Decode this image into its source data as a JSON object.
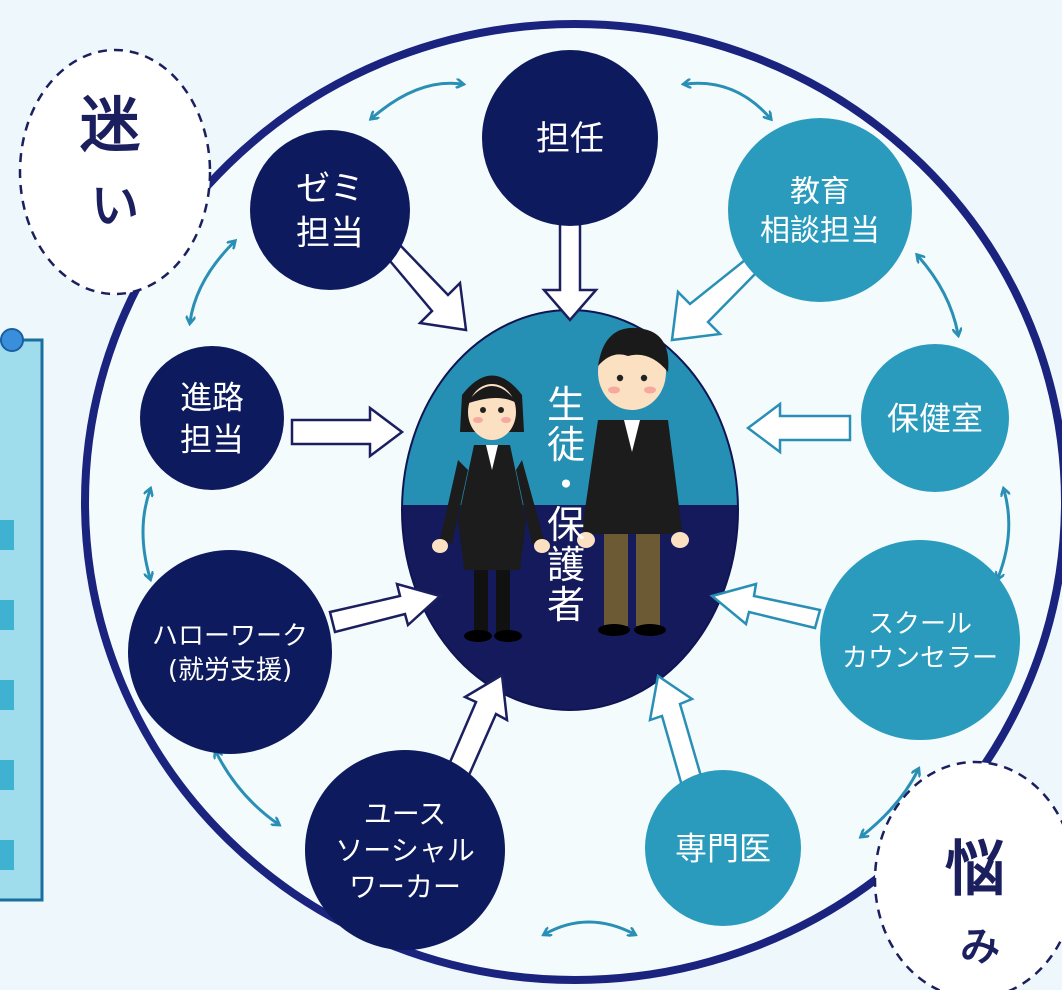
{
  "badges": {
    "top_left": "迷い",
    "bottom_right": "悩み"
  },
  "center": {
    "label": "生徒・保護者",
    "label_lines": [
      "生",
      "徒",
      "・",
      "保",
      "護",
      "者"
    ]
  },
  "nodes": [
    {
      "id": "homeroom-teacher",
      "lines": [
        "担任"
      ],
      "color": "#0d1a5e"
    },
    {
      "id": "seminar-teacher",
      "lines": [
        "ゼミ",
        "担当"
      ],
      "color": "#0d1a5e"
    },
    {
      "id": "career-guidance",
      "lines": [
        "進路",
        "担当"
      ],
      "color": "#0d1a5e"
    },
    {
      "id": "hello-work",
      "lines": [
        "ハローワーク",
        "(就労支援)"
      ],
      "color": "#0d1a5e"
    },
    {
      "id": "youth-social-worker",
      "lines": [
        "ユース",
        "ソーシャル",
        "ワーカー"
      ],
      "color": "#0d1a5e"
    },
    {
      "id": "education-counseling",
      "lines": [
        "教育",
        "相談担当"
      ],
      "color": "#2a9bbd"
    },
    {
      "id": "health-room",
      "lines": [
        "保健室"
      ],
      "color": "#2a9bbd"
    },
    {
      "id": "school-counselor",
      "lines": [
        "スクール",
        "カウンセラー"
      ],
      "color": "#2a9bbd"
    },
    {
      "id": "specialist-doctor",
      "lines": [
        "専門医"
      ],
      "color": "#2a9bbd"
    }
  ],
  "colors": {
    "ring": "#1a237e",
    "dark_node": "#0d1a5e",
    "teal_node": "#2a9bbd",
    "connector": "#2a8fb5",
    "center_top": "#2590b4",
    "center_bottom": "#141a5c"
  }
}
